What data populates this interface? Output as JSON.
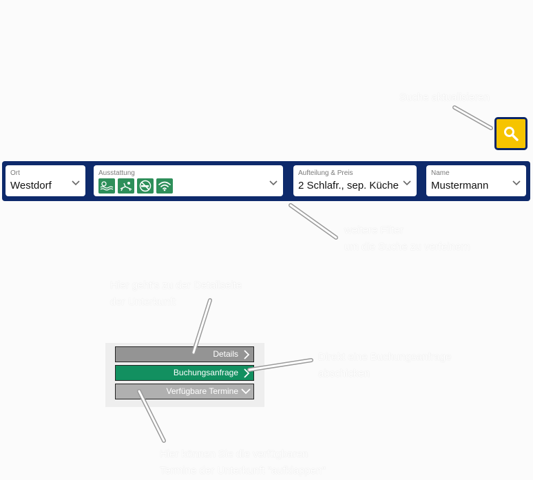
{
  "annotations": {
    "search_tip": "Suche aktualisieren",
    "filter_tip": "weitere Filter\num die Suche zu verfeinern",
    "details_tip": "Hier geht's zu der Detailseite\nder Unterkunft",
    "booking_tip": "Direkt eine Buchungsanfrage\nabschicken",
    "dates_tip": "Hier können Sie die verfügbaren\nTermine der Unterkunft \"aufklappen\""
  },
  "search_button": {
    "icon": "search-icon",
    "color": "#f6c400",
    "border": "#0a2566"
  },
  "filters": {
    "bar_color": "#0e2a6b",
    "ort": {
      "label": "Ort",
      "value": "Westdorf"
    },
    "ausstattung": {
      "label": "Ausstattung",
      "icons": [
        "sea-view-icon",
        "sun-lounger-icon",
        "no-smoking-icon",
        "wifi-icon"
      ]
    },
    "aufteilung": {
      "label": "Aufteilung & Preis",
      "value": "2 Schlafr., sep. Küche"
    },
    "name": {
      "label": "Name",
      "value": "Mustermann"
    }
  },
  "actions": {
    "details": "Details",
    "booking": "Buchungsanfrage",
    "dates": "Verfügbare Termine",
    "booking_color": "#129060"
  }
}
